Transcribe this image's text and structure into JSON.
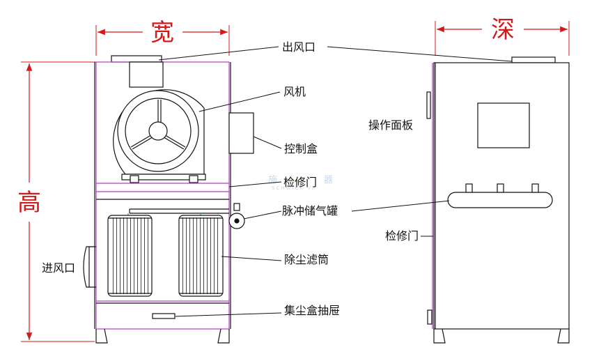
{
  "dimensions": {
    "width": "宽",
    "depth": "深",
    "height": "高"
  },
  "labels": {
    "outlet": "出风口",
    "fan": "风机",
    "control_panel": "操作面板",
    "control_box": "控制盒",
    "access_door_top": "检修门",
    "pulse_tank": "脉冲储气罐",
    "access_door_side": "检修门",
    "inlet": "进风口",
    "filter_cartridge": "除尘滤筒",
    "dust_drawer": "集尘盒抽屉"
  },
  "watermark": {
    "line1": "施",
    "line1b": "器",
    "line2": "SCHWICK VP"
  },
  "colors": {
    "dimension": "#d21a1a",
    "cabinet_edge": "#b040c0",
    "line": "#111111"
  }
}
